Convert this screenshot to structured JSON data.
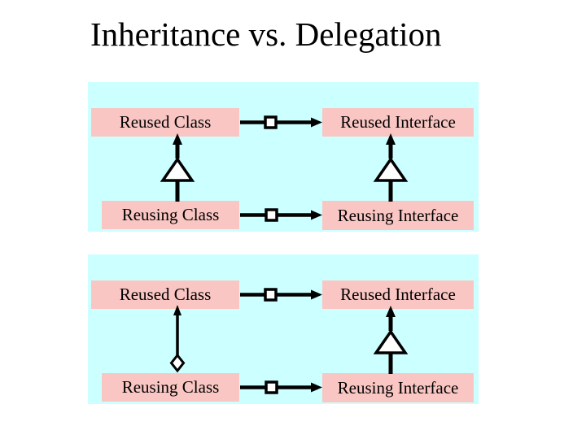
{
  "slide": {
    "title": "Inheritance vs. Delegation"
  },
  "colors": {
    "background": "#ffffff",
    "panel_background": "#ccffff",
    "box_background": "#f9c6c3",
    "line": "#000000",
    "text": "#000000"
  },
  "panels": [
    {
      "id": "inheritance-diagram",
      "boxes": {
        "top_left": "Reused Class",
        "top_right": "Reused Interface",
        "bottom_left": "Reusing Class",
        "bottom_right": "Reusing Interface"
      },
      "connectors": {
        "left_vertical": "generalization-arrow",
        "right_vertical": "generalization-arrow",
        "top_horizontal": "interface-association-arrow",
        "bottom_horizontal": "interface-association-arrow"
      }
    },
    {
      "id": "delegation-diagram",
      "boxes": {
        "top_left": "Reused Class",
        "top_right": "Reused Interface",
        "bottom_left": "Reusing Class",
        "bottom_right": "Reusing Interface"
      },
      "connectors": {
        "left_vertical": "delegation-aggregation-arrow",
        "right_vertical": "generalization-arrow",
        "top_horizontal": "interface-association-arrow",
        "bottom_horizontal": "interface-association-arrow"
      }
    }
  ]
}
